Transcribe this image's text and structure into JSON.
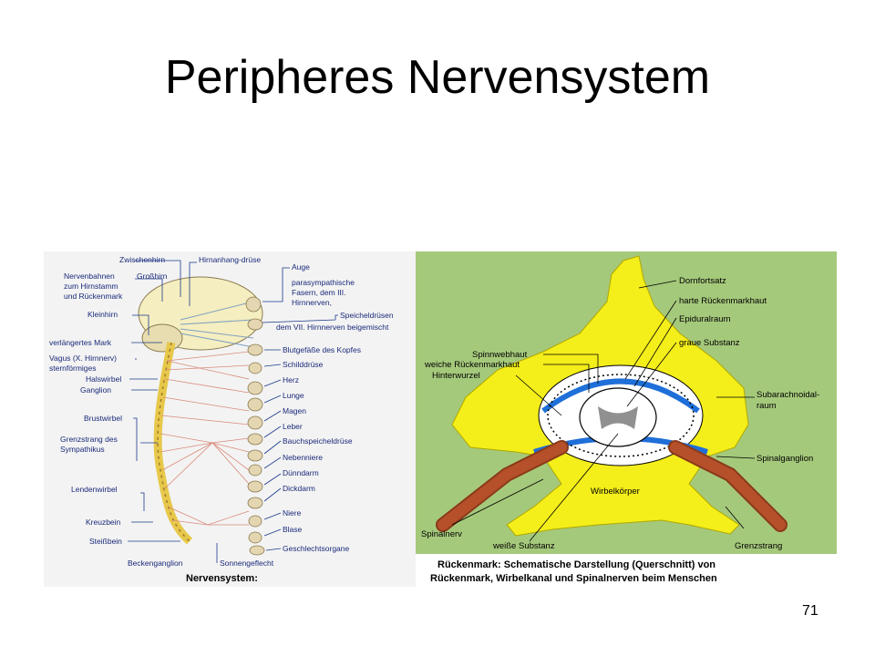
{
  "slide": {
    "title": "Peripheres Nervensystem",
    "page_number": "71"
  },
  "left_diagram": {
    "caption": "Nervensystem:",
    "labels_left": {
      "zwischenhirn": "Zwischenhirn",
      "nervenbahnen_1": "Nervenbahnen",
      "grosshirn": "Großhirn",
      "nervenbahnen_2": "zum Hirnstamm",
      "nervenbahnen_3": "und Rückenmark",
      "kleinhirn": "Kleinhirn",
      "verlaengertes_mark": "verlängertes Mark",
      "vagus_1": "Vagus (X. Hirnnerv)",
      "vagus_2": "sternförmiges",
      "halswirbel": "Halswirbel",
      "ganglion": "Ganglion",
      "brustwirbel": "Brustwirbel",
      "grenzstrang_1": "Grenzstrang des",
      "grenzstrang_2": "Sympathikus",
      "lendenwirbel": "Lendenwirbel",
      "kreuzbein": "Kreuzbein",
      "steissbein": "Steißbein",
      "beckenganglion": "Beckenganglion",
      "sonnengeflecht": "Sonnengeflecht"
    },
    "labels_right": {
      "hirnanhang": "Hirnanhang-drüse",
      "auge": "Auge",
      "parasym_1": "parasympathische",
      "parasym_2": "Fasern, dem III.",
      "parasym_3": "Hirnnerven,",
      "speicheldruesen": "Speicheldrüsen",
      "vii_hirnnerven": "dem VII. Hirnnerven beigemischt",
      "blutgefaesse": "Blutgefäße des Kopfes",
      "schilddruese": "Schilddrüse",
      "herz": "Herz",
      "lunge": "Lunge",
      "magen": "Magen",
      "leber": "Leber",
      "bauchspeicheldruese": "Bauchspeicheldrüse",
      "nebenniere": "Nebenniere",
      "duenndarm": "Dünndarm",
      "dickdarm": "Dickdarm",
      "niere": "Niere",
      "blase": "Blase",
      "geschlechtsorgane": "Geschlechtsorgane"
    }
  },
  "right_diagram": {
    "caption_line1": "Rückenmark: Schematische Darstellung (Querschnitt) von",
    "caption_line2": "Rückenmark, Wirbelkanal und Spinalnerven beim Menschen",
    "labels": {
      "dornfortsatz": "Dornfortsatz",
      "harte_rm": "harte Rückenmarkhaut",
      "epiduralraum": "Epiduralraum",
      "graue_substanz": "graue Substanz",
      "spinnwebhaut": "Spinnwebhaut",
      "weiche_rm": "weiche Rückenmarkhaut",
      "hinterwurzel": "Hinterwurzel",
      "subarachnoidal_1": "Subarachnoidal-",
      "subarachnoidal_2": "raum",
      "spinalganglion": "Spinalganglion",
      "wirbelkoerper": "Wirbelkörper",
      "spinalnerv": "Spinalnerv",
      "weisse_substanz": "weiße Substanz",
      "grenzstrang": "Grenzstrang"
    }
  },
  "colors": {
    "bone": "#f4ee1a",
    "green_bg": "#a5c97b",
    "nerve_red": "#b5502a",
    "blue": "#1f6fd8",
    "line_blue": "#1a3a8a"
  }
}
